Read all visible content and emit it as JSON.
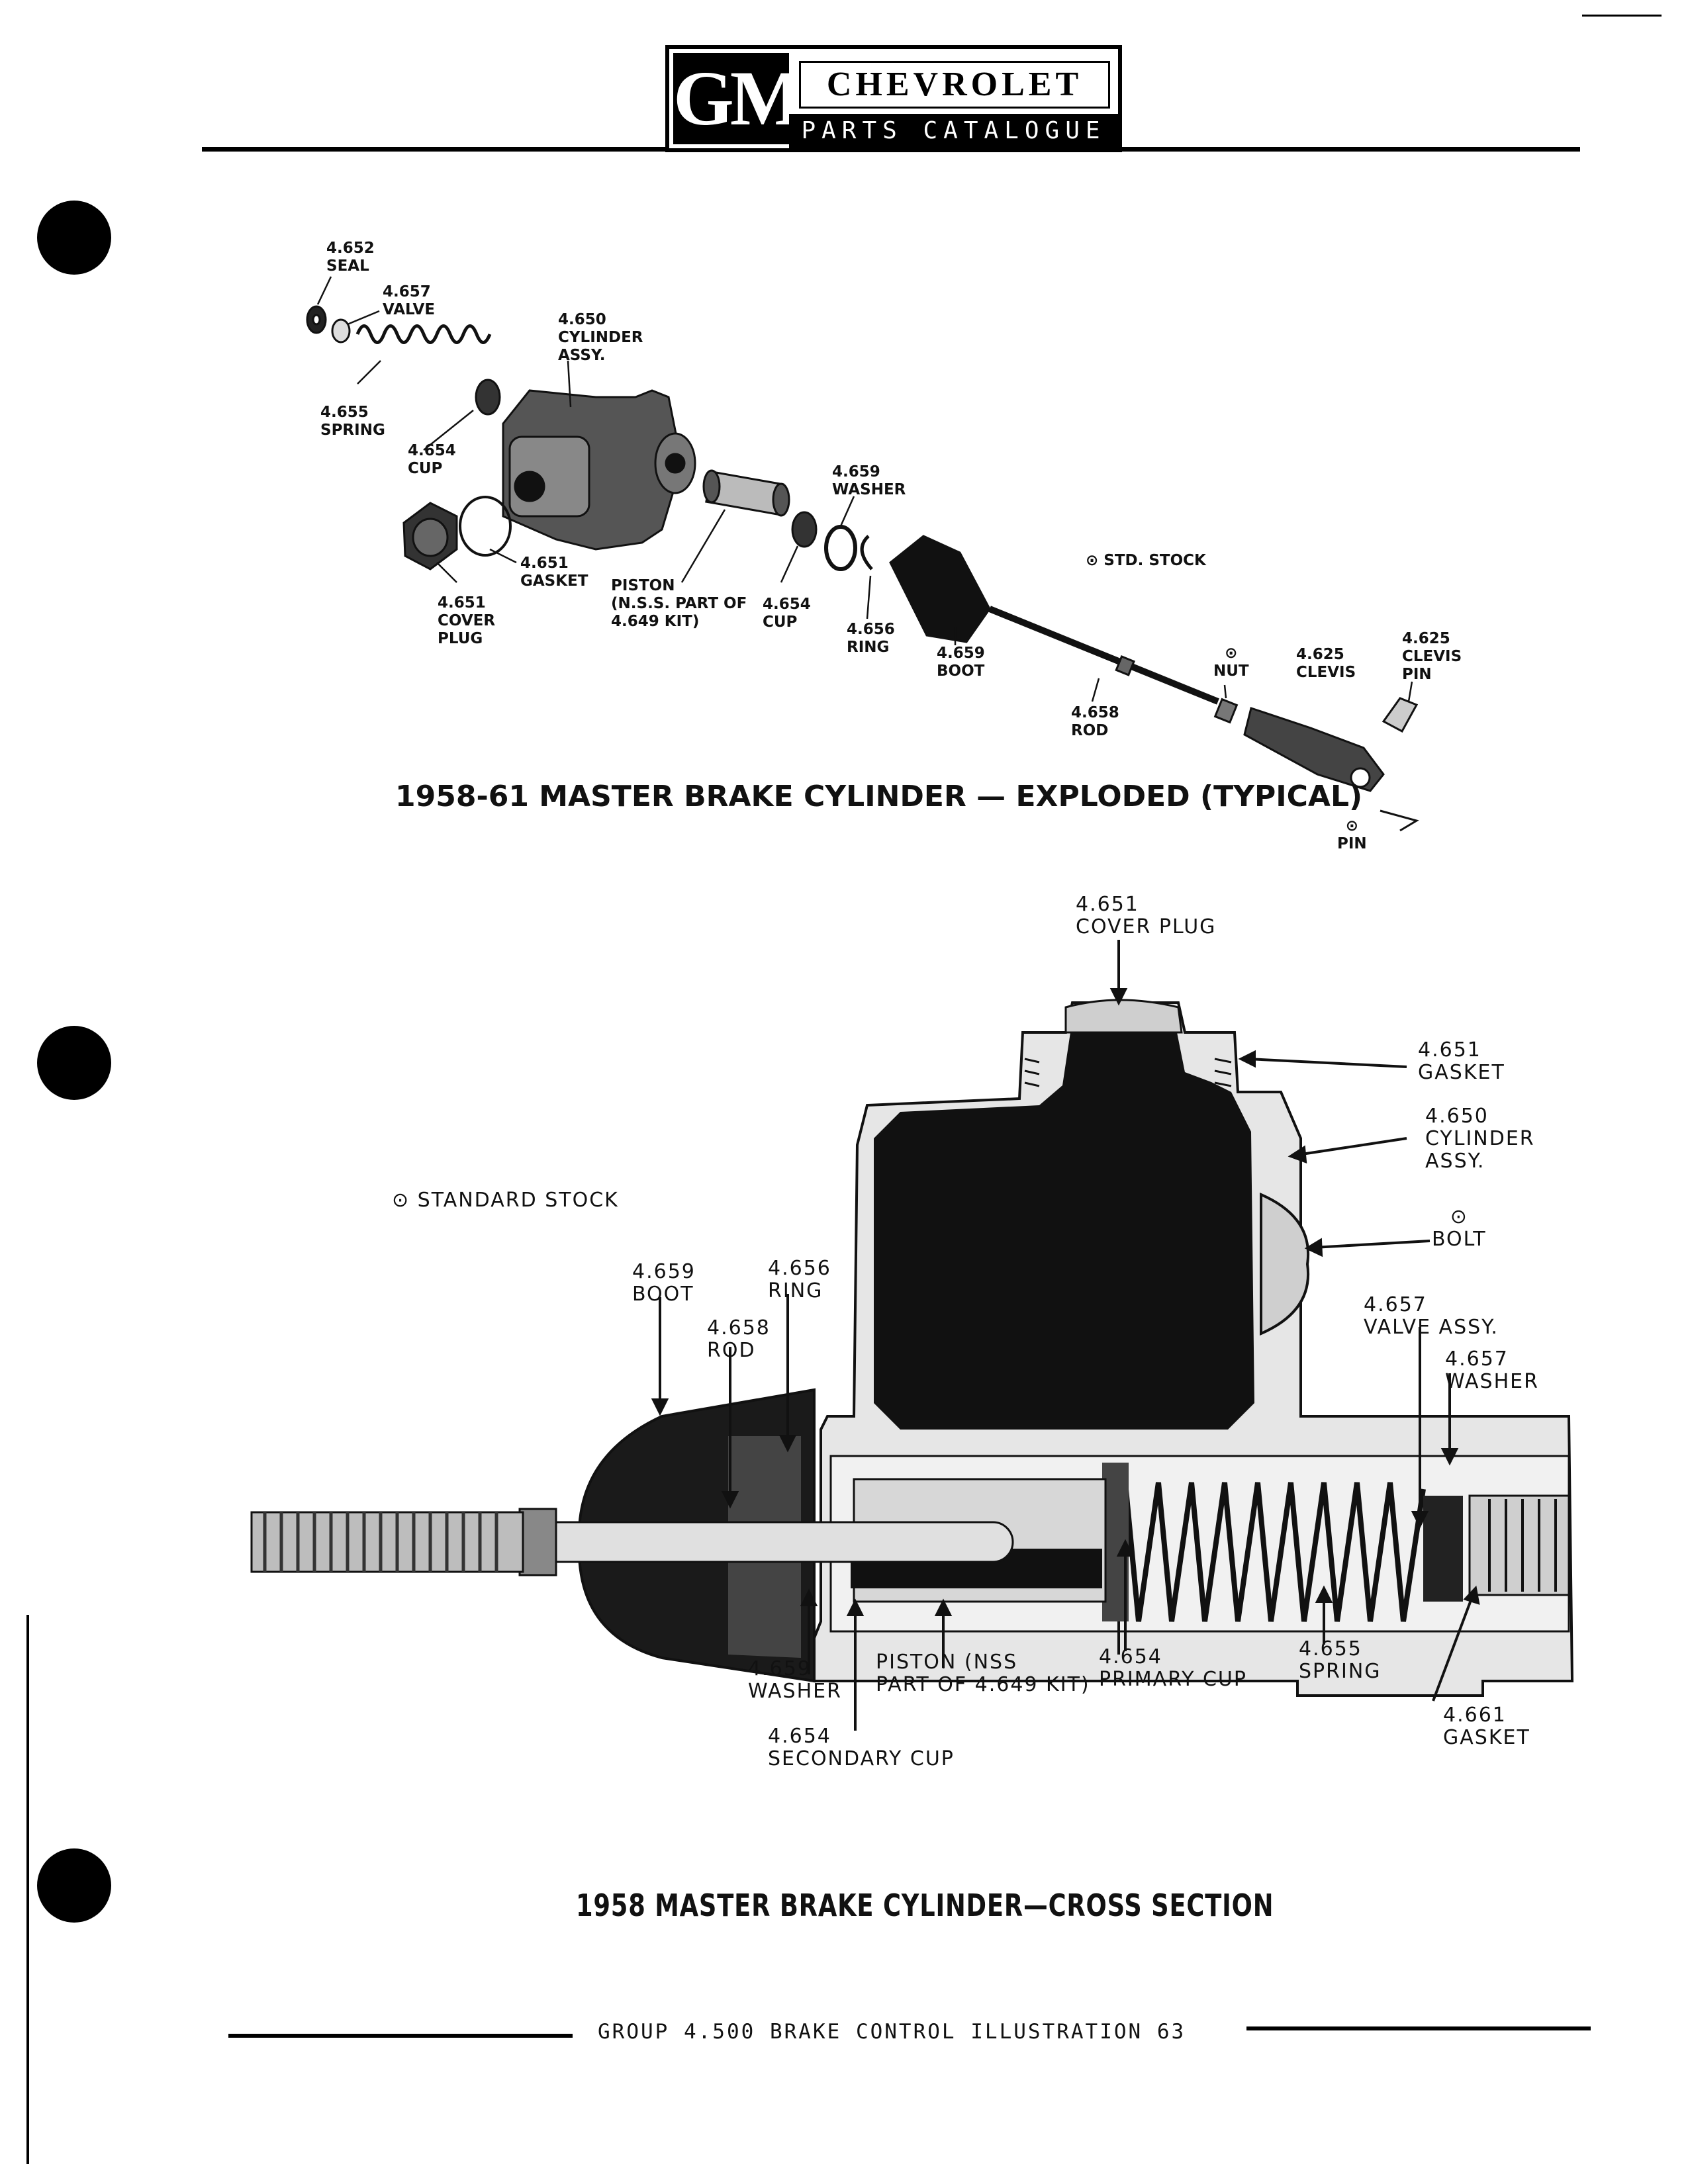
{
  "header": {
    "logo": "GM",
    "brand": "CHEVROLET",
    "subtitle": "PARTS CATALOGUE"
  },
  "figure1": {
    "title": "1958-61 MASTER BRAKE CYLINDER — EXPLODED (TYPICAL)",
    "note": "⊙ STD. STOCK",
    "callouts": [
      {
        "lines": [
          "4.652",
          "SEAL"
        ]
      },
      {
        "lines": [
          "4.657",
          "VALVE"
        ]
      },
      {
        "lines": [
          "4.650",
          "CYLINDER",
          "ASSY."
        ]
      },
      {
        "lines": [
          "4.655",
          "SPRING"
        ]
      },
      {
        "lines": [
          "4.654",
          "CUP"
        ]
      },
      {
        "lines": [
          "4.659",
          "WASHER"
        ]
      },
      {
        "lines": [
          "4.651",
          "GASKET"
        ]
      },
      {
        "lines": [
          "4.651",
          "COVER",
          "PLUG"
        ]
      },
      {
        "lines": [
          "PISTON",
          "(N.S.S. PART OF",
          "4.649 KIT)"
        ]
      },
      {
        "lines": [
          "4.654",
          "CUP"
        ]
      },
      {
        "lines": [
          "4.656",
          "RING"
        ]
      },
      {
        "lines": [
          "4.659",
          "BOOT"
        ]
      },
      {
        "lines": [
          "⊙",
          "NUT"
        ]
      },
      {
        "lines": [
          "4.625",
          "CLEVIS"
        ]
      },
      {
        "lines": [
          "4.625",
          "CLEVIS",
          "PIN"
        ]
      },
      {
        "lines": [
          "4.658",
          "ROD"
        ]
      },
      {
        "lines": [
          "⊙",
          "PIN"
        ]
      }
    ]
  },
  "figure2": {
    "title": "1958 MASTER BRAKE CYLINDER—CROSS SECTION",
    "note": "⊙ STANDARD  STOCK",
    "callouts": [
      {
        "lines": [
          "4.651",
          "COVER PLUG"
        ]
      },
      {
        "lines": [
          "4.651",
          "GASKET"
        ]
      },
      {
        "lines": [
          "4.650",
          "CYLINDER",
          "ASSY."
        ]
      },
      {
        "lines": [
          "⊙",
          "BOLT"
        ]
      },
      {
        "lines": [
          "4.657",
          "VALVE ASSY."
        ]
      },
      {
        "lines": [
          "4.657",
          "WASHER"
        ]
      },
      {
        "lines": [
          "4.659",
          "BOOT"
        ]
      },
      {
        "lines": [
          "4.656",
          "RING"
        ]
      },
      {
        "lines": [
          "4.658",
          "ROD"
        ]
      },
      {
        "lines": [
          "4.659",
          "WASHER"
        ]
      },
      {
        "lines": [
          "PISTON (NSS",
          "PART OF 4.649 KIT)"
        ]
      },
      {
        "lines": [
          "4.654",
          "PRIMARY CUP"
        ]
      },
      {
        "lines": [
          "4.655",
          "SPRING"
        ]
      },
      {
        "lines": [
          "4.661",
          "GASKET"
        ]
      },
      {
        "lines": [
          "4.654",
          "SECONDARY CUP"
        ]
      }
    ]
  },
  "footer": {
    "text": "GROUP 4.500 BRAKE CONTROL ILLUSTRATION 63"
  }
}
